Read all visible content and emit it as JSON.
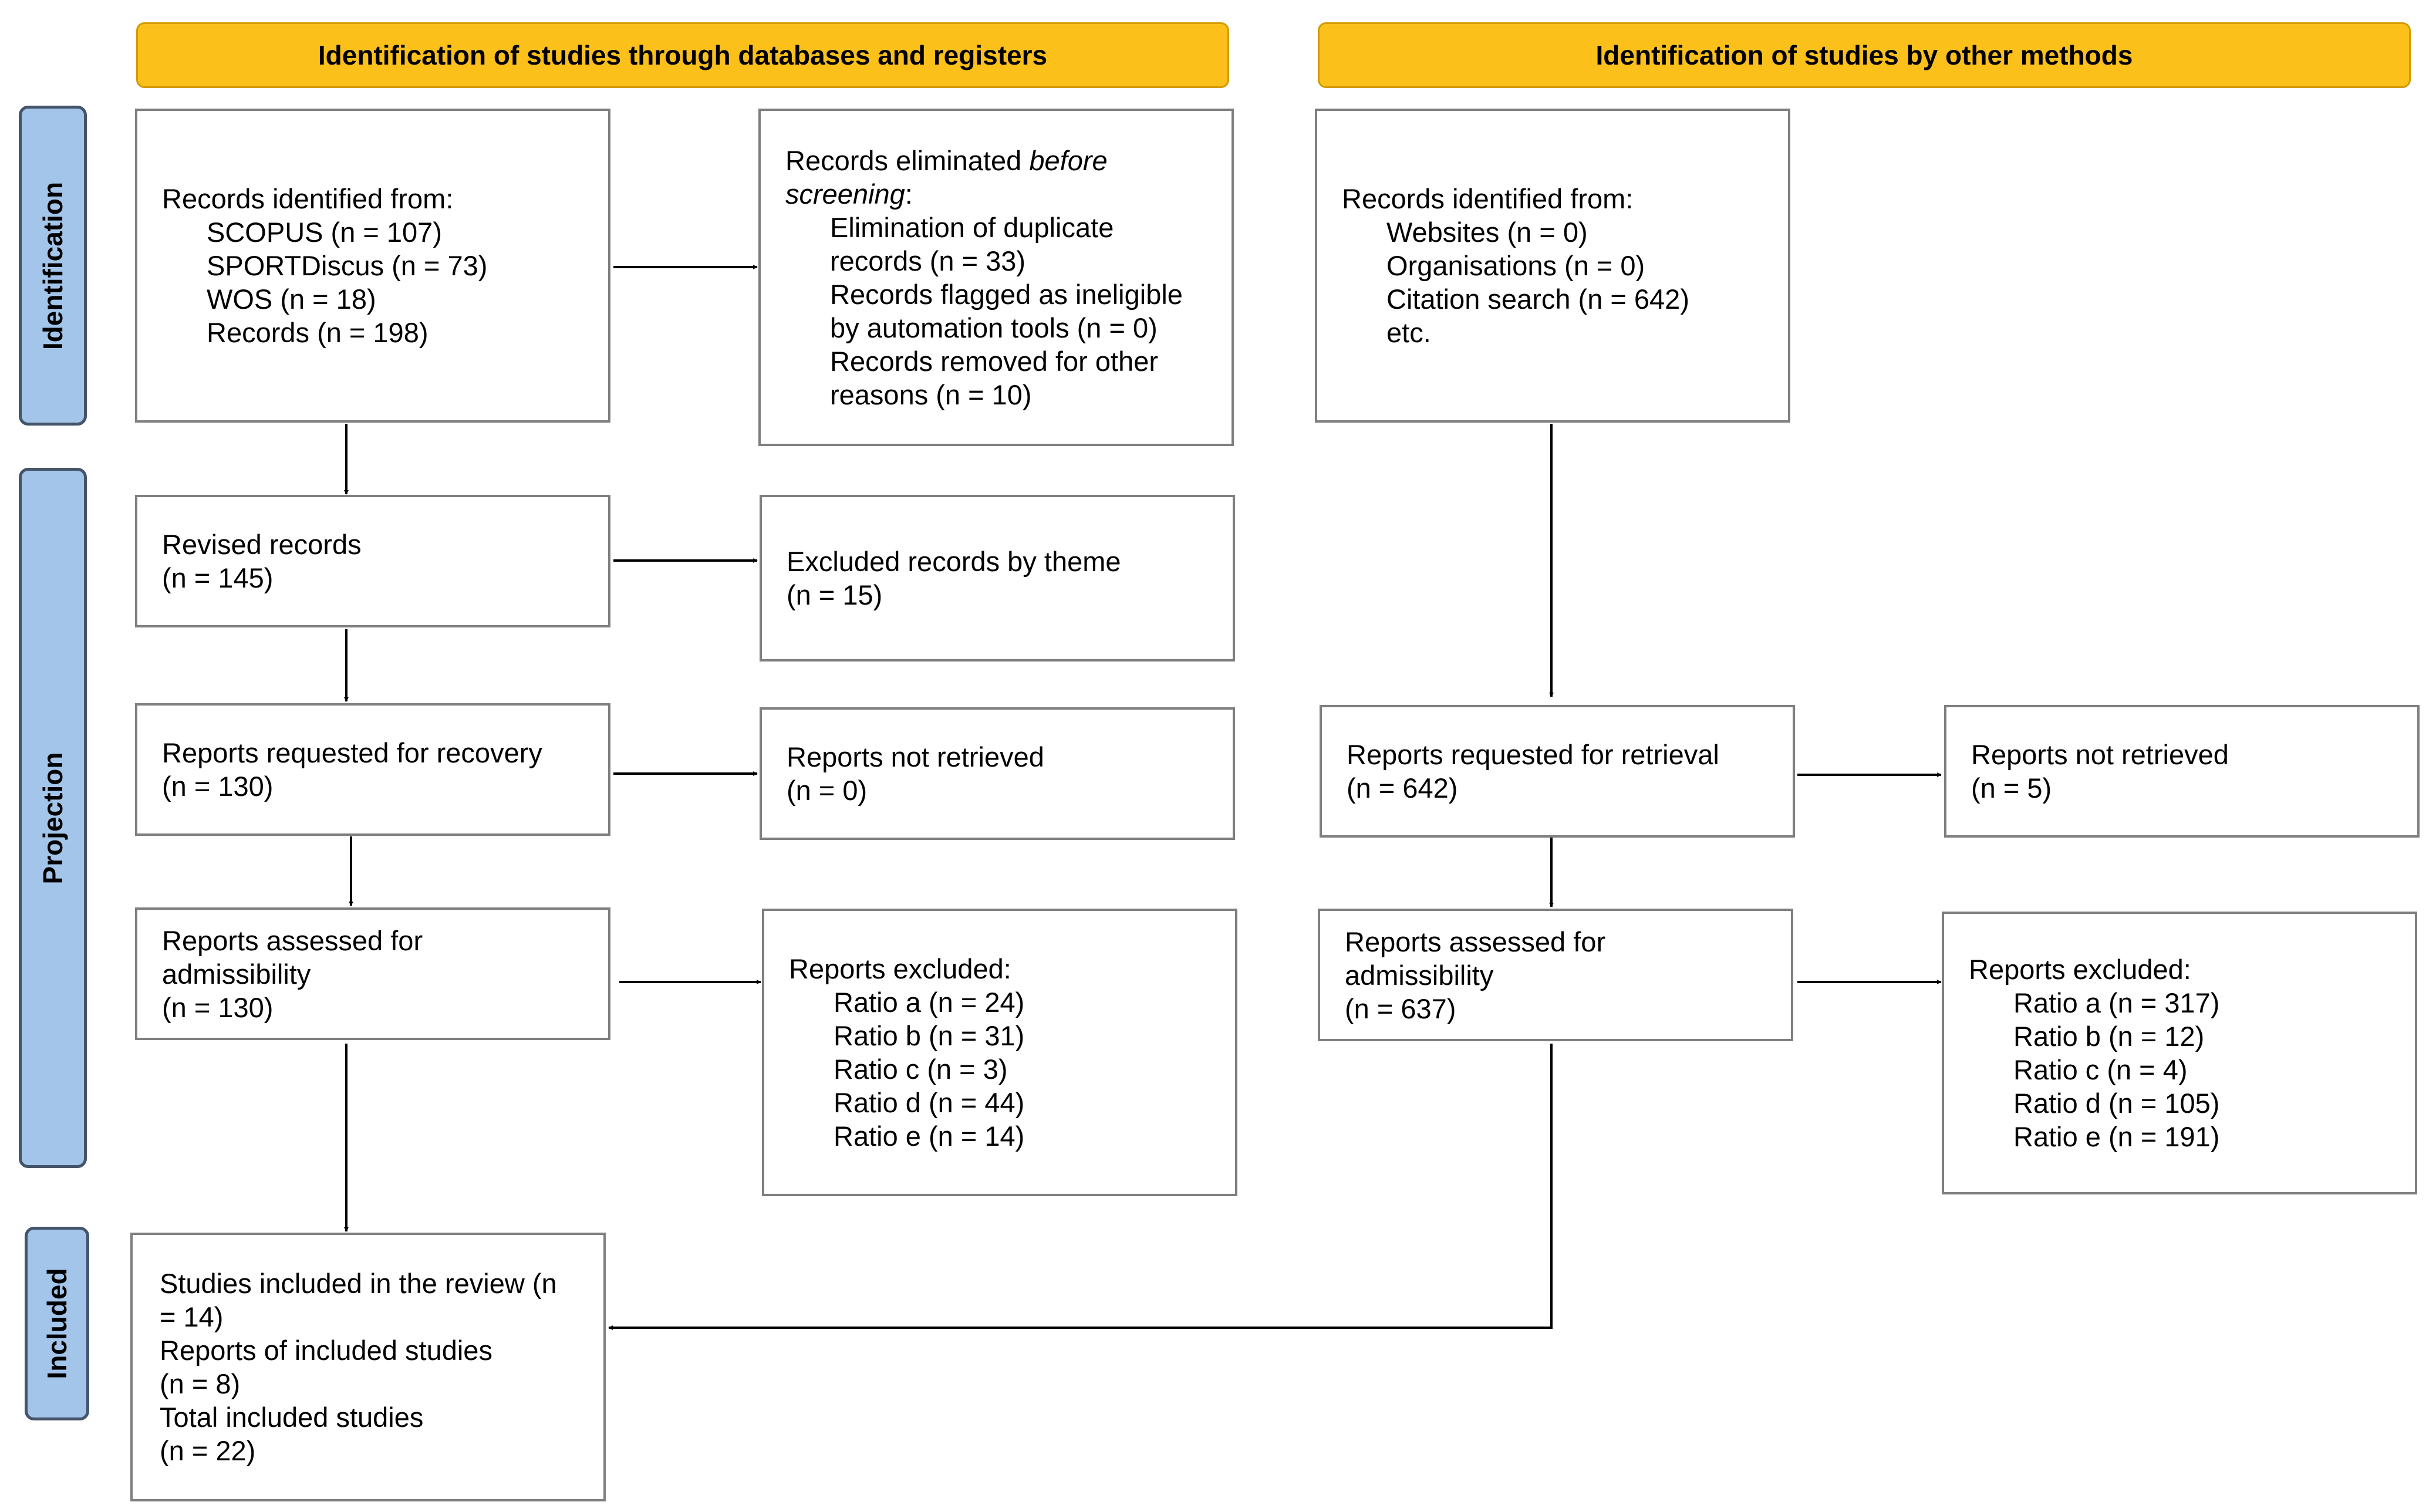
{
  "headers": {
    "databases": "Identification of studies through databases and registers",
    "other": "Identification of studies by other methods"
  },
  "stages": {
    "identification": "Identification",
    "projection": "Projection",
    "included": "Included"
  },
  "boxes": {
    "records_identified_db": {
      "title": "Records identified from:",
      "items": [
        "SCOPUS (n = 107)",
        "SPORTDiscus (n = 73)",
        "WOS (n = 18)",
        "Records (n = 198)"
      ]
    },
    "records_eliminated": {
      "title_prefix": "Records eliminated ",
      "title_italic_1": "before",
      "title_italic_2": "screening",
      "title_suffix": ":",
      "items": [
        "Elimination of duplicate",
        "records (n = 33)",
        "Records flagged as ineligible",
        "by automation tools (n = 0)",
        "Records removed for other",
        "reasons (n = 10)"
      ]
    },
    "records_identified_other": {
      "title": "Records identified from:",
      "items": [
        "Websites (n = 0)",
        "Organisations (n = 0)",
        "Citation search (n = 642)",
        "etc."
      ]
    },
    "revised_records": {
      "lines": [
        "Revised records",
        "(n = 145)"
      ]
    },
    "excluded_theme": {
      "lines": [
        "Excluded records by theme",
        "(n = 15)"
      ]
    },
    "requested_recovery": {
      "lines": [
        "Reports requested for recovery",
        "(n = 130)"
      ]
    },
    "not_retrieved_db": {
      "lines": [
        "Reports not retrieved",
        "(n = 0)"
      ]
    },
    "requested_retrieval_other": {
      "lines": [
        "Reports requested for retrieval",
        "(n = 642)"
      ]
    },
    "not_retrieved_other": {
      "lines": [
        "Reports not retrieved",
        "(n = 5)"
      ]
    },
    "assessed_db": {
      "lines": [
        "Reports assessed for",
        "admissibility",
        "(n = 130)"
      ]
    },
    "excluded_db": {
      "title": "Reports excluded:",
      "items": [
        "Ratio a (n = 24)",
        "Ratio b (n = 31)",
        "Ratio c (n = 3)",
        "Ratio d (n = 44)",
        "Ratio e (n = 14)"
      ]
    },
    "assessed_other": {
      "lines": [
        "Reports assessed for",
        "admissibility",
        "(n = 637)"
      ]
    },
    "excluded_other": {
      "title": "Reports excluded:",
      "items": [
        "Ratio a (n = 317)",
        "Ratio b (n = 12)",
        "Ratio c (n = 4)",
        "Ratio d (n = 105)",
        "Ratio e (n = 191)"
      ]
    },
    "included": {
      "lines": [
        "Studies included in the review (n",
        "= 14)",
        "Reports of included studies",
        "(n = 8)",
        "Total included studies",
        "(n = 22)"
      ]
    }
  },
  "colors": {
    "header_fill": "#fbc01a",
    "stage_fill": "#a3c5ea",
    "box_border": "#7f7f7f"
  }
}
